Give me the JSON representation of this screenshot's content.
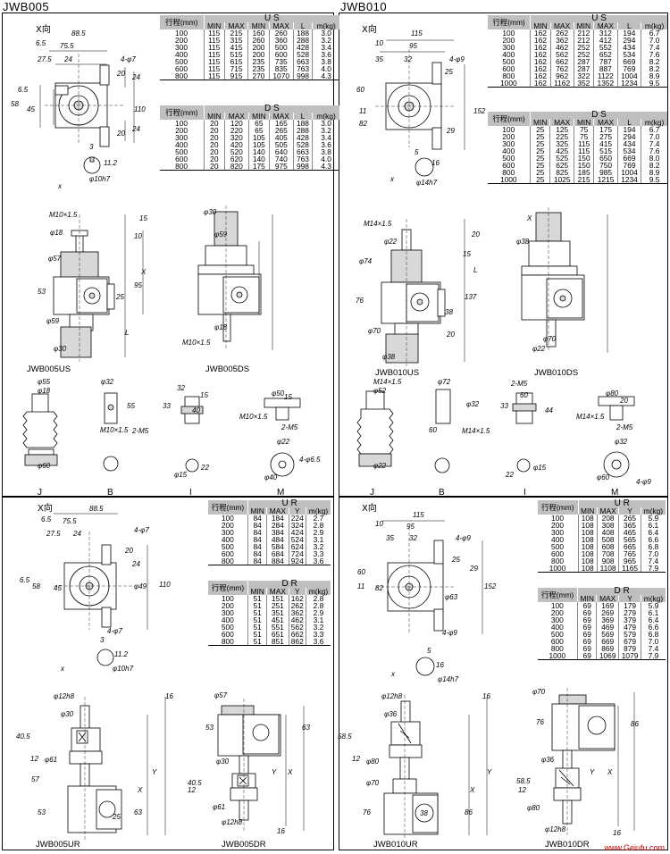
{
  "sections": [
    {
      "title": "JWB005"
    },
    {
      "title": "JWB010"
    }
  ],
  "panels": {
    "tl": {
      "view_label": "X向",
      "tables": [
        {
          "group": "U S",
          "rows": [
            [
              "100",
              "115",
              "215",
              "160",
              "260",
              "188",
              "3.0"
            ],
            [
              "200",
              "115",
              "315",
              "260",
              "360",
              "288",
              "3.2"
            ],
            [
              "300",
              "115",
              "415",
              "200",
              "500",
              "428",
              "3.4"
            ],
            [
              "400",
              "115",
              "515",
              "200",
              "600",
              "528",
              "3.6"
            ],
            [
              "500",
              "115",
              "615",
              "235",
              "735",
              "663",
              "3.8"
            ],
            [
              "600",
              "115",
              "715",
              "235",
              "835",
              "763",
              "4.0"
            ],
            [
              "800",
              "115",
              "915",
              "270",
              "1070",
              "998",
              "4.3"
            ]
          ]
        },
        {
          "group": "D S",
          "rows": [
            [
              "100",
              "20",
              "120",
              "65",
              "165",
              "188",
              "3.0"
            ],
            [
              "200",
              "20",
              "220",
              "65",
              "265",
              "288",
              "3.2"
            ],
            [
              "300",
              "20",
              "320",
              "105",
              "405",
              "428",
              "3.4"
            ],
            [
              "400",
              "20",
              "420",
              "105",
              "505",
              "528",
              "3.6"
            ],
            [
              "500",
              "20",
              "520",
              "140",
              "640",
              "663",
              "3.8"
            ],
            [
              "600",
              "20",
              "620",
              "140",
              "740",
              "763",
              "4.0"
            ],
            [
              "800",
              "20",
              "820",
              "175",
              "975",
              "998",
              "4.3"
            ]
          ]
        }
      ],
      "cols": [
        "行程(mm)",
        "MIN",
        "MAX",
        "MIN",
        "MAX",
        "L",
        "m(kg)"
      ],
      "models": [
        "JWB005US",
        "JWB005DS"
      ],
      "parts": [
        "J",
        "B",
        "I",
        "M"
      ],
      "dims": [
        "88.5",
        "6.5",
        "75.5",
        "27.5",
        "24",
        "4-φ7",
        "20",
        "24",
        "6.5",
        "58",
        "45",
        "110",
        "24",
        "20",
        "3",
        "11.2",
        "φ10h7",
        "x",
        "M10×1.5",
        "φ18",
        "φ57",
        "53",
        "φ59",
        "φ30",
        "10",
        "15",
        "95",
        "25",
        "L",
        "X",
        "φ30",
        "φ59",
        "φ18",
        "M10×1.5",
        "φ55",
        "φ18",
        "φ60",
        "φ32",
        "55",
        "M10×1.5",
        "2-M5",
        "32",
        "33",
        "40",
        "15",
        "φ15",
        "22",
        "φ50",
        "15",
        "M10×1.5",
        "2-M5",
        "φ22",
        "φ40",
        "4-φ6.5"
      ]
    },
    "tr": {
      "view_label": "X向",
      "tables": [
        {
          "group": "U S",
          "rows": [
            [
              "100",
              "162",
              "262",
              "212",
              "312",
              "194",
              "6.7"
            ],
            [
              "200",
              "162",
              "362",
              "212",
              "412",
              "294",
              "7.0"
            ],
            [
              "300",
              "162",
              "462",
              "252",
              "552",
              "434",
              "7.4"
            ],
            [
              "400",
              "162",
              "562",
              "252",
              "652",
              "534",
              "7.6"
            ],
            [
              "500",
              "162",
              "662",
              "287",
              "787",
              "669",
              "8.2"
            ],
            [
              "600",
              "162",
              "762",
              "287",
              "887",
              "769",
              "8.2"
            ],
            [
              "800",
              "162",
              "962",
              "322",
              "1122",
              "1004",
              "8.9"
            ],
            [
              "1000",
              "162",
              "1162",
              "352",
              "1352",
              "1234",
              "9.5"
            ]
          ]
        },
        {
          "group": "D S",
          "rows": [
            [
              "100",
              "25",
              "125",
              "75",
              "175",
              "194",
              "6.7"
            ],
            [
              "200",
              "25",
              "225",
              "75",
              "275",
              "294",
              "7.0"
            ],
            [
              "300",
              "25",
              "325",
              "115",
              "415",
              "434",
              "7.4"
            ],
            [
              "400",
              "25",
              "425",
              "115",
              "515",
              "534",
              "7.6"
            ],
            [
              "500",
              "25",
              "525",
              "150",
              "650",
              "669",
              "8.0"
            ],
            [
              "600",
              "25",
              "625",
              "150",
              "750",
              "769",
              "8.2"
            ],
            [
              "800",
              "25",
              "825",
              "185",
              "985",
              "1004",
              "8.9"
            ],
            [
              "1000",
              "25",
              "1025",
              "215",
              "1215",
              "1234",
              "9.5"
            ]
          ]
        }
      ],
      "cols": [
        "行程(mm)",
        "MIN",
        "MAX",
        "MIN",
        "MAX",
        "L",
        "m(kg)"
      ],
      "models": [
        "JWB010US",
        "JWB010DS"
      ],
      "parts": [
        "J",
        "B",
        "I",
        "M"
      ],
      "dims": [
        "115",
        "10",
        "95",
        "35",
        "32",
        "4-φ9",
        "25",
        "29",
        "60",
        "11",
        "82",
        "152",
        "5",
        "16",
        "φ14h7",
        "x",
        "M14×1.5",
        "φ22",
        "φ74",
        "76",
        "φ70",
        "φ38",
        "20",
        "15",
        "137",
        "38",
        "20",
        "L",
        "X",
        "φ38",
        "φ70",
        "φ22",
        "M14×1.5",
        "φ52",
        "φ22",
        "φ72",
        "φ32",
        "60",
        "M14×1.5",
        "2-M5",
        "33",
        "44",
        "60",
        "22",
        "φ15",
        "φ80",
        "20",
        "M14×1.5",
        "2-M5",
        "φ32",
        "φ60",
        "4-φ9"
      ]
    },
    "bl": {
      "view_label": "X向",
      "tables": [
        {
          "group": "U R",
          "rows": [
            [
              "100",
              "84",
              "184",
              "224",
              "2.7"
            ],
            [
              "200",
              "84",
              "284",
              "324",
              "2.8"
            ],
            [
              "300",
              "84",
              "384",
              "424",
              "2.9"
            ],
            [
              "400",
              "84",
              "484",
              "524",
              "3.1"
            ],
            [
              "500",
              "84",
              "584",
              "624",
              "3.2"
            ],
            [
              "600",
              "84",
              "684",
              "724",
              "3.3"
            ],
            [
              "800",
              "84",
              "884",
              "924",
              "3.6"
            ]
          ]
        },
        {
          "group": "D R",
          "rows": [
            [
              "100",
              "51",
              "151",
              "162",
              "2.8"
            ],
            [
              "200",
              "51",
              "251",
              "262",
              "2.8"
            ],
            [
              "300",
              "51",
              "351",
              "362",
              "2.9"
            ],
            [
              "400",
              "51",
              "451",
              "462",
              "3.1"
            ],
            [
              "500",
              "51",
              "551",
              "562",
              "3.2"
            ],
            [
              "600",
              "51",
              "651",
              "662",
              "3.3"
            ],
            [
              "800",
              "51",
              "851",
              "862",
              "3.6"
            ]
          ]
        }
      ],
      "cols": [
        "行程(mm)",
        "MIN",
        "MAX",
        "Y",
        "m(kg)"
      ],
      "models": [
        "JWB005UR",
        "JWB005DR"
      ],
      "dims": [
        "88.5",
        "6.5",
        "75.5",
        "27.5",
        "24",
        "4-φ7",
        "20",
        "24",
        "6.5",
        "58",
        "45",
        "φ49",
        "110",
        "4-φ7",
        "3",
        "11.2",
        "φ10h7",
        "x",
        "φ12h8",
        "16",
        "φ30",
        "40.5",
        "12",
        "φ61",
        "57",
        "53",
        "25",
        "63",
        "Y",
        "X",
        "φ57",
        "53",
        "63",
        "φ30",
        "X",
        "Y",
        "40.5",
        "φ61",
        "12",
        "φ12h8",
        "16"
      ]
    },
    "br": {
      "view_label": "X向",
      "tables": [
        {
          "group": "U R",
          "rows": [
            [
              "100",
              "108",
              "208",
              "265",
              "5.9"
            ],
            [
              "200",
              "108",
              "308",
              "365",
              "6.1"
            ],
            [
              "300",
              "108",
              "408",
              "465",
              "6.4"
            ],
            [
              "400",
              "108",
              "508",
              "565",
              "6.6"
            ],
            [
              "500",
              "108",
              "608",
              "665",
              "6.8"
            ],
            [
              "600",
              "108",
              "708",
              "765",
              "7.0"
            ],
            [
              "800",
              "108",
              "908",
              "965",
              "7.4"
            ],
            [
              "1000",
              "108",
              "1108",
              "1165",
              "7.9"
            ]
          ]
        },
        {
          "group": "D R",
          "rows": [
            [
              "100",
              "69",
              "169",
              "179",
              "5.9"
            ],
            [
              "200",
              "69",
              "269",
              "279",
              "6.1"
            ],
            [
              "300",
              "69",
              "369",
              "379",
              "6.4"
            ],
            [
              "400",
              "69",
              "469",
              "479",
              "6.6"
            ],
            [
              "500",
              "69",
              "569",
              "579",
              "6.8"
            ],
            [
              "600",
              "69",
              "669",
              "679",
              "7.0"
            ],
            [
              "800",
              "69",
              "869",
              "879",
              "7.4"
            ],
            [
              "1000",
              "69",
              "1069",
              "1079",
              "7.9"
            ]
          ]
        }
      ],
      "cols": [
        "行程(mm)",
        "MIN",
        "MAX",
        "Y",
        "m(kg)"
      ],
      "models": [
        "JWB010UR",
        "JWB010DR"
      ],
      "dims": [
        "115",
        "10",
        "95",
        "35",
        "32",
        "4-φ9",
        "25",
        "29",
        "60",
        "11",
        "82",
        "φ63",
        "152",
        "4-φ9",
        "5",
        "16",
        "φ14h7",
        "x",
        "φ12h8",
        "16",
        "φ36",
        "58.5",
        "12",
        "φ80",
        "φ70",
        "76",
        "38",
        "86",
        "Y",
        "X",
        "φ70",
        "76",
        "86",
        "φ36",
        "X",
        "Y",
        "58.5",
        "φ80",
        "12",
        "φ12h8",
        "16"
      ]
    }
  },
  "watermark": "www.Geiufu.com"
}
